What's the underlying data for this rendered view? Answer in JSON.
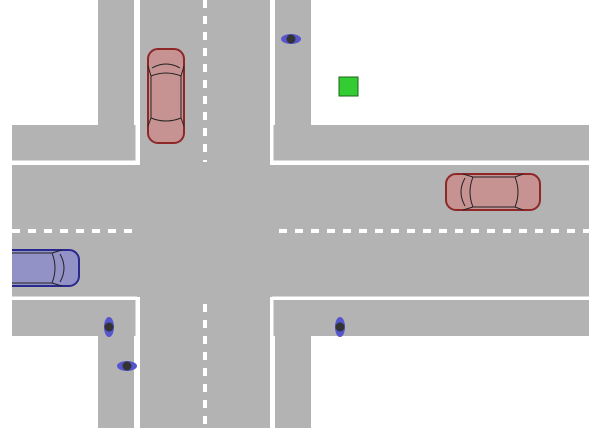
{
  "scene": {
    "type": "traffic-intersection-simulation",
    "background_color": "#ffffff",
    "road_color": "#b3b3b3",
    "marking_color": "#ffffff",
    "target_color": "#33cc33"
  },
  "vehicles": [
    {
      "id": "red-car-northbound",
      "heading": "north",
      "color": "#8b1a1a",
      "fill": "#c98f8f"
    },
    {
      "id": "red-car-westbound",
      "heading": "west",
      "color": "#8b1a1a",
      "fill": "#c98f8f"
    },
    {
      "id": "blue-car-eastbound",
      "heading": "east",
      "color": "#1a1a8b",
      "fill": "#8f8fc9"
    }
  ],
  "pedestrians": [
    {
      "id": "pedestrian-top"
    },
    {
      "id": "pedestrian-lower-left"
    },
    {
      "id": "pedestrian-bottom-left"
    },
    {
      "id": "pedestrian-lower-right"
    }
  ],
  "target": {
    "id": "goal-marker",
    "shape": "square"
  }
}
